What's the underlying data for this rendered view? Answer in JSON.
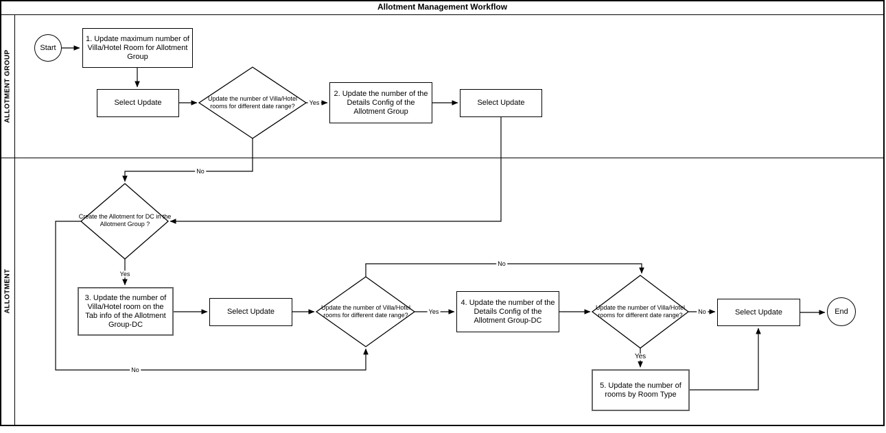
{
  "title": "Allotment Management Workflow",
  "lanes": {
    "group": "ALLOTMENT GROUP",
    "allotment": "ALLOTMENT"
  },
  "nodes": {
    "start": "Start",
    "end": "End",
    "process1": "1. Update maximum number of Villa/Hotel Room for Allotment Group",
    "select_update1": "Select Update",
    "decision1": "Update the number of Villa/Hotel rooms for different date range?",
    "process2": "2. Update the number of the Details Config of the Allotment Group",
    "select_update2": "Select Update",
    "decision2": "Create the Allotment for DC in the Allotment Group ?",
    "process3": "3. Update the number of Villa/Hotel room on the Tab info of the Allotment Group-DC",
    "select_update3": "Select Update",
    "decision3": "Update the number of Villa/Hotel rooms for different date range?",
    "process4": "4. Update the number of the Details Config of the Allotment Group-DC",
    "decision4": "Update the number of Villa/Hotel rooms for different date range?",
    "select_update4": "Select Update",
    "process5": "5. Update the number of rooms by Room Type"
  },
  "edge_labels": {
    "d1_yes": "Yes",
    "d1_no": "No",
    "d2_yes": "Yes",
    "d2_no": "No",
    "d3_yes": "Yes",
    "d3_no": "No",
    "d4_yes": "Yes",
    "d4_no": "No"
  },
  "colors": {
    "stroke": "#000000",
    "emphasis_border": "#666666",
    "fill": "#ffffff",
    "background": "#ffffff"
  }
}
